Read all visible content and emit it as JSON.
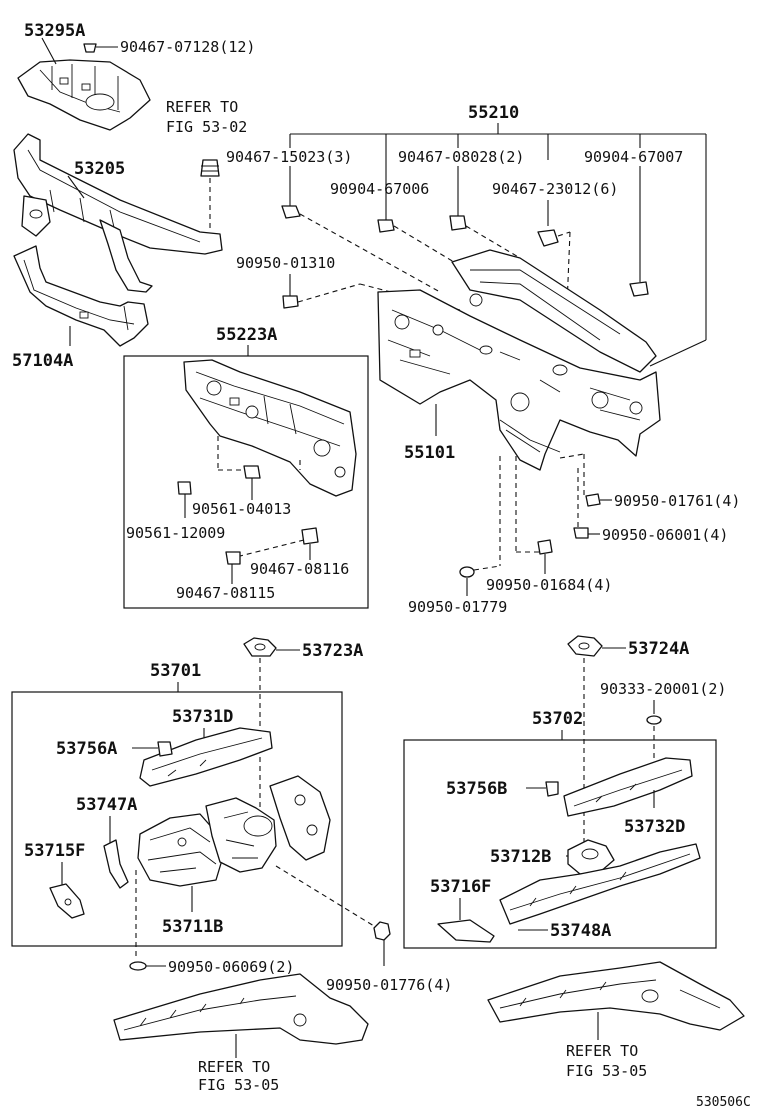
{
  "labels": {
    "p53295A": "53295A",
    "p90467_07128": "90467-07128(12)",
    "refer1_a": "REFER TO",
    "refer1_b": "FIG 53-02",
    "p53205": "53205",
    "p57104A": "57104A",
    "p55210": "55210",
    "p90467_15023": "90467-15023(3)",
    "p90467_08028": "90467-08028(2)",
    "p90904_67007": "90904-67007",
    "p90904_67006": "90904-67006",
    "p90467_23012": "90467-23012(6)",
    "p90950_01310": "90950-01310",
    "p55223A": "55223A",
    "p55101": "55101",
    "p90561_04013": "90561-04013",
    "p90561_12009": "90561-12009",
    "p90467_08116": "90467-08116",
    "p90467_08115": "90467-08115",
    "p90950_01761": "90950-01761(4)",
    "p90950_06001": "90950-06001(4)",
    "p90950_01684": "90950-01684(4)",
    "p90950_01779": "90950-01779",
    "p53723A": "53723A",
    "p53724A": "53724A",
    "p53701": "53701",
    "p53702": "53702",
    "p90333_20001": "90333-20001(2)",
    "p53731D": "53731D",
    "p53756A": "53756A",
    "p53747A": "53747A",
    "p53715F": "53715F",
    "p53711B": "53711B",
    "p53756B": "53756B",
    "p53732D": "53732D",
    "p53712B": "53712B",
    "p53716F": "53716F",
    "p53748A": "53748A",
    "p90950_06069": "90950-06069(2)",
    "p90950_01776": "90950-01776(4)",
    "refer2_a": "REFER TO",
    "refer2_b": "FIG 53-05",
    "refer3_a": "REFER TO",
    "refer3_b": "FIG 53-05",
    "diagram_code": "530506C"
  }
}
